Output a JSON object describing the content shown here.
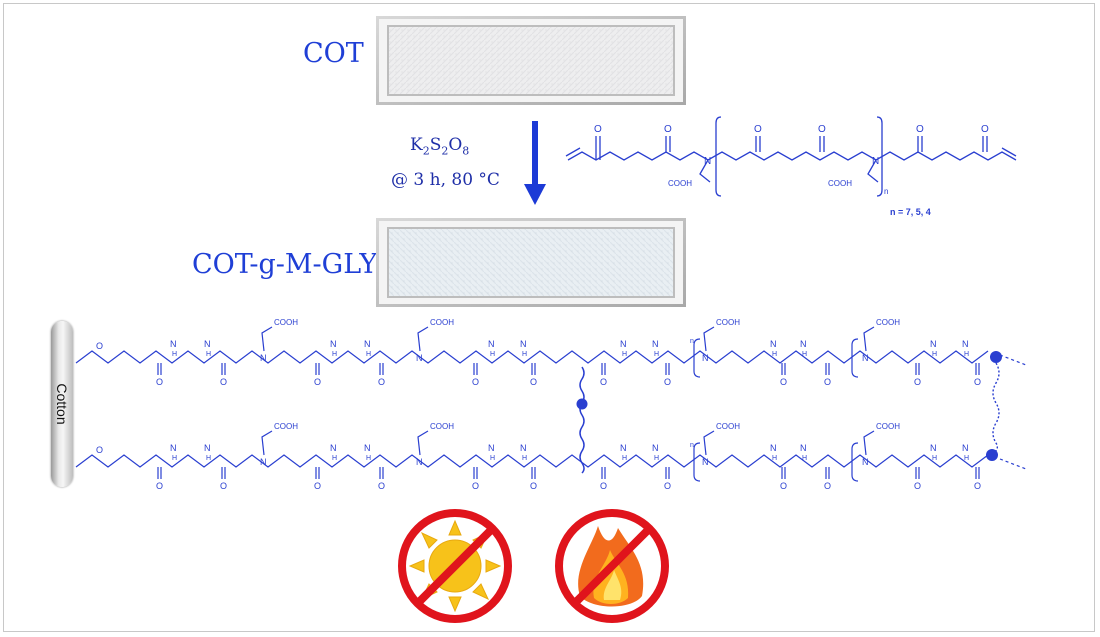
{
  "labels": {
    "start_material": "COT",
    "grafted_material": "COT-g-M-GLY",
    "reagent_main": "K",
    "reagent_sub1": "2",
    "reagent_mid": "S",
    "reagent_sub2": "2",
    "reagent_o": "O",
    "reagent_sub3": "8",
    "conditions": "@ 3 h, 80 °C",
    "substrate": "Cotton",
    "n_values": "n = 7, 5, 4",
    "repeat_subscript": "n",
    "cooh": "COOH",
    "amide_o": "O",
    "amide_nh": "H",
    "amine_n": "N",
    "ether_o": "O",
    "chain_repeat_mark": "n"
  },
  "colors": {
    "structure": "#2a3fd0",
    "arrow": "#1c3ad6",
    "forbidden": "#e0141c",
    "sun": "#f7c21a",
    "flame": "#f26b1d"
  },
  "icons": {
    "no_sun": "no-sunlight-icon",
    "no_fire": "no-fire-icon"
  }
}
